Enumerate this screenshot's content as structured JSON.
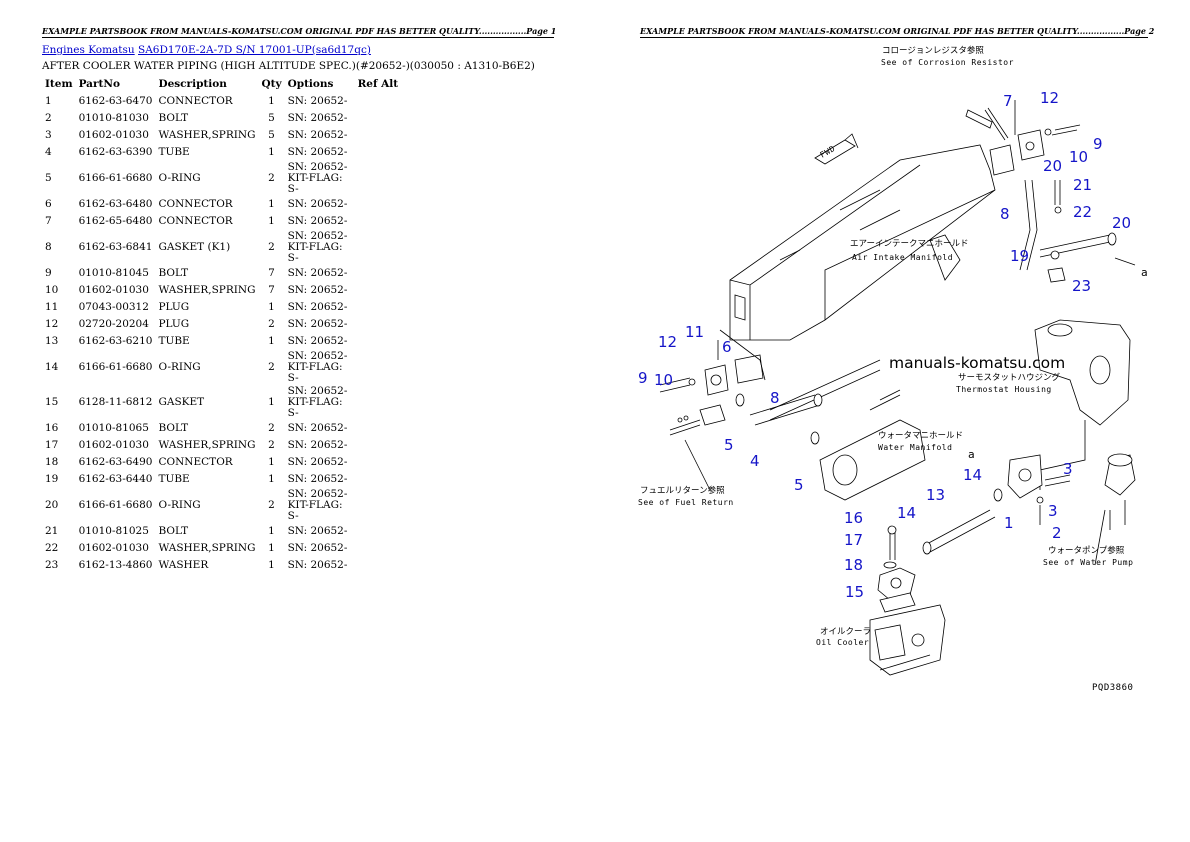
{
  "headers": {
    "page1": "EXAMPLE PARTSBOOK FROM MANUALS-KOMATSU.COM ORIGINAL PDF HAS BETTER QUALITY.................Page 1",
    "page2": "EXAMPLE PARTSBOOK FROM MANUALS-KOMATSU.COM ORIGINAL PDF HAS BETTER QUALITY.................Page 2"
  },
  "breadcrumb": {
    "link1": "Engines Komatsu",
    "link2": "SA6D170E-2A-7D S/N 17001-UP(sa6d17qc)"
  },
  "subtitle": "AFTER COOLER WATER PIPING (HIGH ALTITUDE SPEC.)(#20652-)(030050 : A1310-B6E2)",
  "table": {
    "columns": [
      "Item",
      "PartNo",
      "Description",
      "Qty",
      "Options",
      "Ref Alt"
    ],
    "rows": [
      {
        "item": "1",
        "part": "6162-63-6470",
        "desc": "CONNECTOR",
        "qty": "1",
        "opt": "SN: 20652-"
      },
      {
        "item": "2",
        "part": "01010-81030",
        "desc": "BOLT",
        "qty": "5",
        "opt": "SN: 20652-"
      },
      {
        "item": "3",
        "part": "01602-01030",
        "desc": "WASHER,SPRING",
        "qty": "5",
        "opt": "SN: 20652-"
      },
      {
        "item": "4",
        "part": "6162-63-6390",
        "desc": "TUBE",
        "qty": "1",
        "opt": "SN: 20652-"
      },
      {
        "item": "5",
        "part": "6166-61-6680",
        "desc": "O-RING",
        "qty": "2",
        "opt": "SN: 20652-",
        "opt2": "KIT-FLAG: S-"
      },
      {
        "item": "6",
        "part": "6162-63-6480",
        "desc": "CONNECTOR",
        "qty": "1",
        "opt": "SN: 20652-"
      },
      {
        "item": "7",
        "part": "6162-65-6480",
        "desc": "CONNECTOR",
        "qty": "1",
        "opt": "SN: 20652-"
      },
      {
        "item": "8",
        "part": "6162-63-6841",
        "desc": "GASKET (K1)",
        "qty": "2",
        "opt": "SN: 20652-",
        "opt2": "KIT-FLAG: S-"
      },
      {
        "item": "9",
        "part": "01010-81045",
        "desc": "BOLT",
        "qty": "7",
        "opt": "SN: 20652-"
      },
      {
        "item": "10",
        "part": "01602-01030",
        "desc": "WASHER,SPRING",
        "qty": "7",
        "opt": "SN: 20652-"
      },
      {
        "item": "11",
        "part": "07043-00312",
        "desc": "PLUG",
        "qty": "1",
        "opt": "SN: 20652-"
      },
      {
        "item": "12",
        "part": "02720-20204",
        "desc": "PLUG",
        "qty": "2",
        "opt": "SN: 20652-"
      },
      {
        "item": "13",
        "part": "6162-63-6210",
        "desc": "TUBE",
        "qty": "1",
        "opt": "SN: 20652-"
      },
      {
        "item": "14",
        "part": "6166-61-6680",
        "desc": "O-RING",
        "qty": "2",
        "opt": "SN: 20652-",
        "opt2": "KIT-FLAG: S-"
      },
      {
        "item": "15",
        "part": "6128-11-6812",
        "desc": "GASKET",
        "qty": "1",
        "opt": "SN: 20652-",
        "opt2": "KIT-FLAG: S-"
      },
      {
        "item": "16",
        "part": "01010-81065",
        "desc": "BOLT",
        "qty": "2",
        "opt": "SN: 20652-"
      },
      {
        "item": "17",
        "part": "01602-01030",
        "desc": "WASHER,SPRING",
        "qty": "2",
        "opt": "SN: 20652-"
      },
      {
        "item": "18",
        "part": "6162-63-6490",
        "desc": "CONNECTOR",
        "qty": "1",
        "opt": "SN: 20652-"
      },
      {
        "item": "19",
        "part": "6162-63-6440",
        "desc": "TUBE",
        "qty": "1",
        "opt": "SN: 20652-"
      },
      {
        "item": "20",
        "part": "6166-61-6680",
        "desc": "O-RING",
        "qty": "2",
        "opt": "SN: 20652-",
        "opt2": "KIT-FLAG: S-"
      },
      {
        "item": "21",
        "part": "01010-81025",
        "desc": "BOLT",
        "qty": "1",
        "opt": "SN: 20652-"
      },
      {
        "item": "22",
        "part": "01602-01030",
        "desc": "WASHER,SPRING",
        "qty": "1",
        "opt": "SN: 20652-"
      },
      {
        "item": "23",
        "part": "6162-13-4860",
        "desc": "WASHER",
        "qty": "1",
        "opt": "SN: 20652-"
      }
    ]
  },
  "diagram": {
    "watermark": "manuals-komatsu.com",
    "code": "PQD3860",
    "labels": {
      "corrosion_jp": "コロージョンレジスタ参照",
      "corrosion_en": "See of Corrosion Resistor",
      "intake_jp": "エアーインテークマニホールド",
      "intake_en": "Air Intake Manifold",
      "thermo_jp": "サーモスタットハウジング",
      "thermo_en": "Thermostat Housing",
      "water_manifold_jp": "ウォータマニホールド",
      "water_manifold_en": "Water Manifold",
      "fuel_jp": "フュエルリターン参照",
      "fuel_en": "See of Fuel Return",
      "pump_jp": "ウォータポンプ参照",
      "pump_en": "See of Water Pump",
      "oil_jp": "オイルクーラ",
      "oil_en": "Oil Cooler",
      "fwd": "FWD",
      "a1": "a",
      "a2": "a"
    },
    "callouts": [
      "7",
      "12",
      "9",
      "10",
      "20",
      "21",
      "8",
      "22",
      "20",
      "19",
      "23",
      "12",
      "11",
      "6",
      "10",
      "9",
      "8",
      "5",
      "4",
      "5",
      "14",
      "3",
      "13",
      "3",
      "2",
      "1",
      "16",
      "14",
      "17",
      "18",
      "15"
    ]
  }
}
